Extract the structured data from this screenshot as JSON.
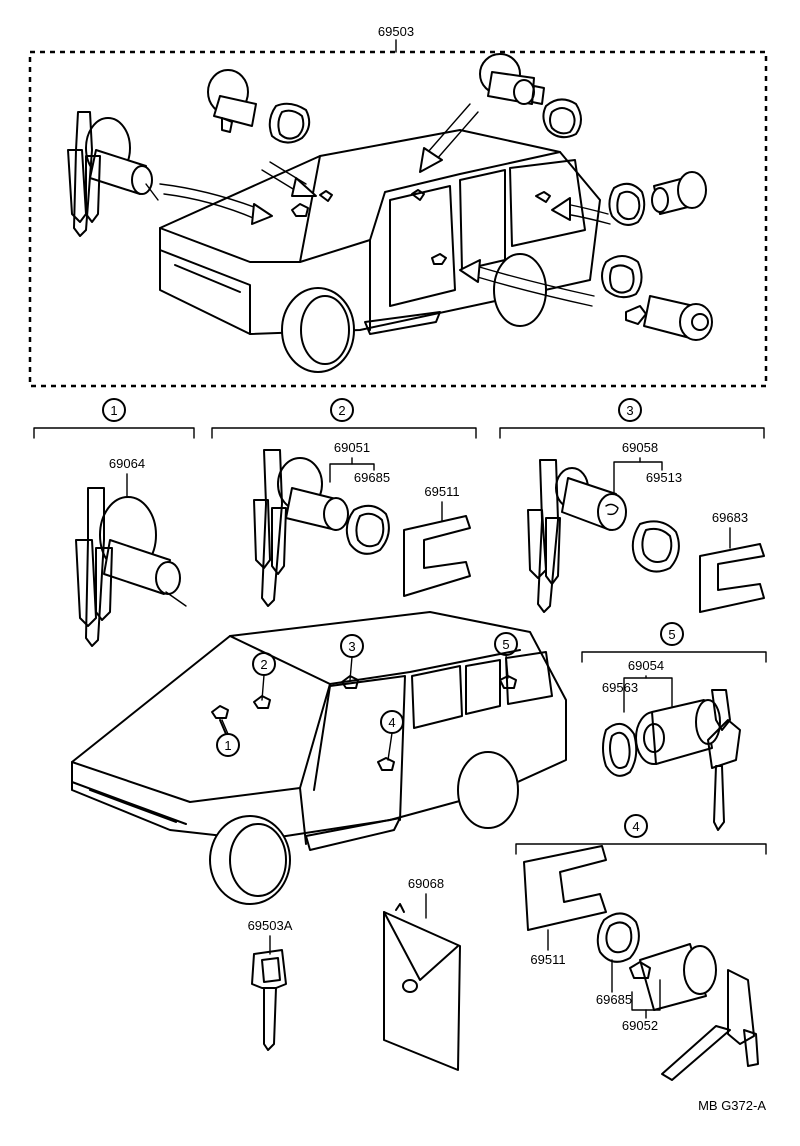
{
  "assembly_label": "69503",
  "groups": [
    {
      "number": "1",
      "part": "69064"
    },
    {
      "number": "2",
      "parts": [
        "69051",
        "69685",
        "69511"
      ]
    },
    {
      "number": "3",
      "parts": [
        "69058",
        "69513",
        "69683"
      ]
    },
    {
      "number": "4",
      "parts": [
        "69511",
        "69685",
        "69052"
      ]
    },
    {
      "number": "5",
      "parts": [
        "69054",
        "69563"
      ]
    }
  ],
  "loose_parts": [
    "69503A",
    "69068"
  ],
  "vehicle_callouts": [
    "1",
    "2",
    "3",
    "4",
    "5"
  ],
  "reference": "MB G372-A"
}
